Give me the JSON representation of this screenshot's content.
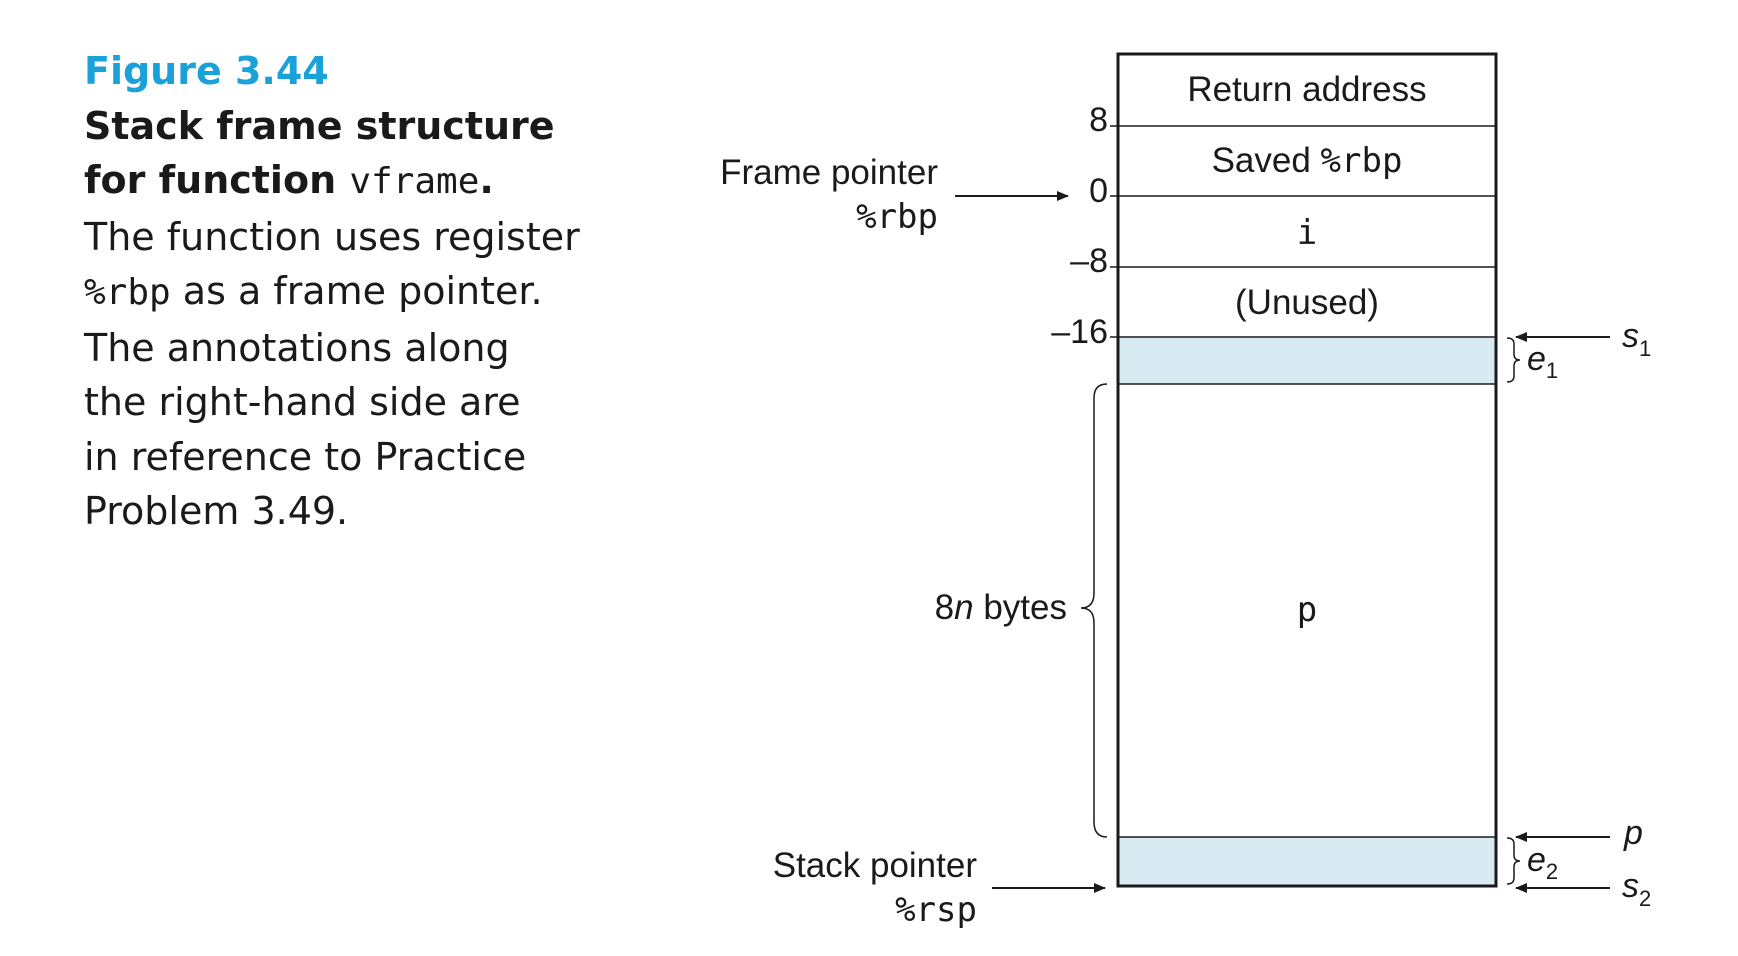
{
  "caption": {
    "figure_label": "Figure 3.44",
    "title_line1": "Stack frame structure",
    "title_line2_a": "for function ",
    "title_line2_code": "vframe",
    "title_line2_b": ".",
    "body_line1": "The function uses register",
    "body_line2_code": "%rbp",
    "body_line2_rest": " as a frame pointer.",
    "body_line3": "The annotations along",
    "body_line4": "the right-hand side are",
    "body_line5": "in reference to Practice",
    "body_line6": "Problem 3.49."
  },
  "diagram": {
    "cells": {
      "return_address": "Return address",
      "saved_rbp_text": "Saved ",
      "saved_rbp_code": "%rbp",
      "i": "i",
      "unused": "(Unused)",
      "p": "p"
    },
    "offsets": {
      "o8": "8",
      "o0": "0",
      "om8": "–8",
      "om16": "–16"
    },
    "frame_pointer": {
      "label": "Frame pointer",
      "register": "%rbp"
    },
    "stack_pointer": {
      "label": "Stack pointer",
      "register": "%rsp"
    },
    "bytes_prefix": "8",
    "bytes_n": "n",
    "bytes_suffix": " bytes",
    "right_labels": {
      "s1": "s",
      "s1_sub": "1",
      "e1": "e",
      "e1_sub": "1",
      "p": "p",
      "e2": "e",
      "e2_sub": "2",
      "s2": "s",
      "s2_sub": "2"
    },
    "colors": {
      "shaded": "#d8ebf3",
      "line": "#1a1a1a",
      "accent": "#1aa1d9"
    }
  }
}
